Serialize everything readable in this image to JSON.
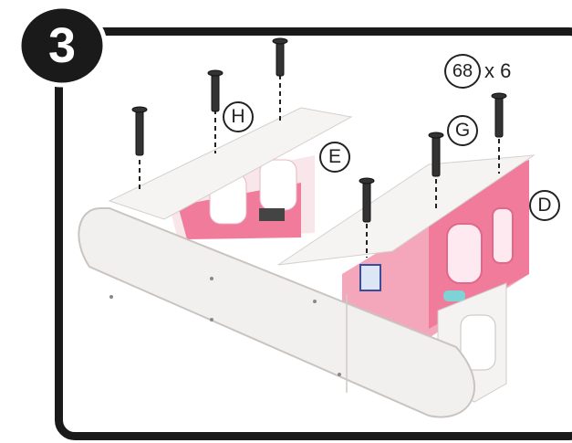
{
  "step": {
    "number": "3"
  },
  "quantity": {
    "part_number": "68",
    "multiplier": "x 6"
  },
  "part_labels": {
    "h": "H",
    "e": "E",
    "g": "G",
    "d": "D"
  },
  "colors": {
    "frame": "#1a1a1a",
    "panel_white": "#f2f0ee",
    "pink": "#f07b9a",
    "light_pink": "#f6b5c6",
    "teal": "#7fd3d6"
  },
  "icons": [
    "screw-icon"
  ]
}
